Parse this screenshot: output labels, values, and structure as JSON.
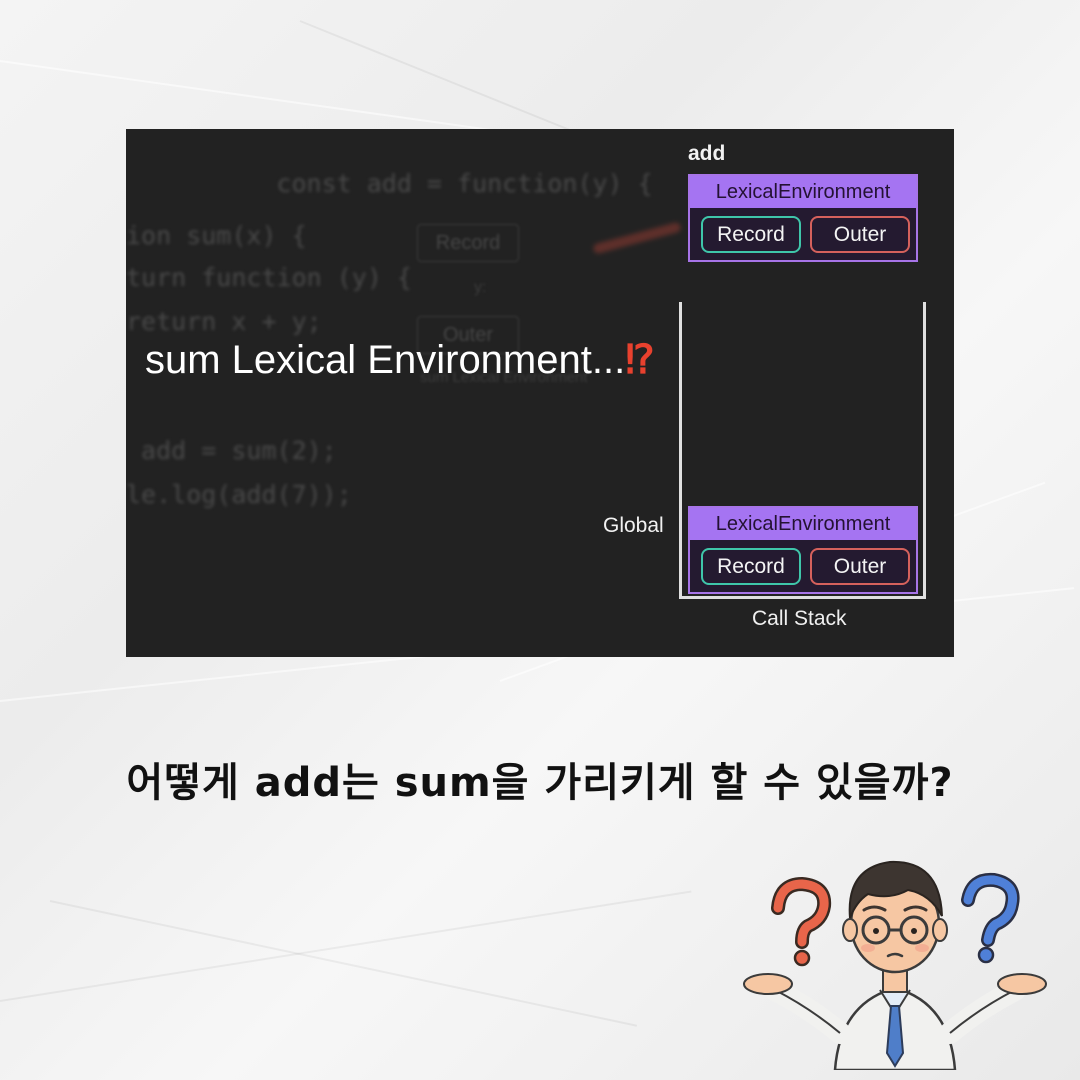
{
  "code_lines": [
    "        const add = function(y) {",
    "ion sum(x) {",
    "turn function (y) {",
    "return x + y;",
    "",
    "",
    " add = sum(2);",
    "le.log(add(7));"
  ],
  "ghost": {
    "record_label": "Record",
    "outer_label": "Outer",
    "y_label": "y:",
    "env_caption": "sum Lexical Environment"
  },
  "diagram": {
    "add_frame": {
      "name": "add",
      "title": "LexicalEnvironment",
      "record": "Record",
      "outer": "Outer"
    },
    "global_frame": {
      "name": "Global",
      "title": "LexicalEnvironment",
      "record": "Record",
      "outer": "Outer"
    },
    "stack_label": "Call Stack"
  },
  "overlay": {
    "text": "sum Lexical Environment...",
    "mark": "⁉"
  },
  "question": "어떻게 add는 sum을 가리키게 할 수 있을까?",
  "colors": {
    "accent_purple": "#a574f2",
    "record_green": "#3fc6aa",
    "outer_red": "#d5615c",
    "question_orange": "#e8654a",
    "question_blue": "#4f80d8"
  },
  "character": {
    "icons": [
      "question-mark-icon",
      "question-mark-icon"
    ]
  }
}
